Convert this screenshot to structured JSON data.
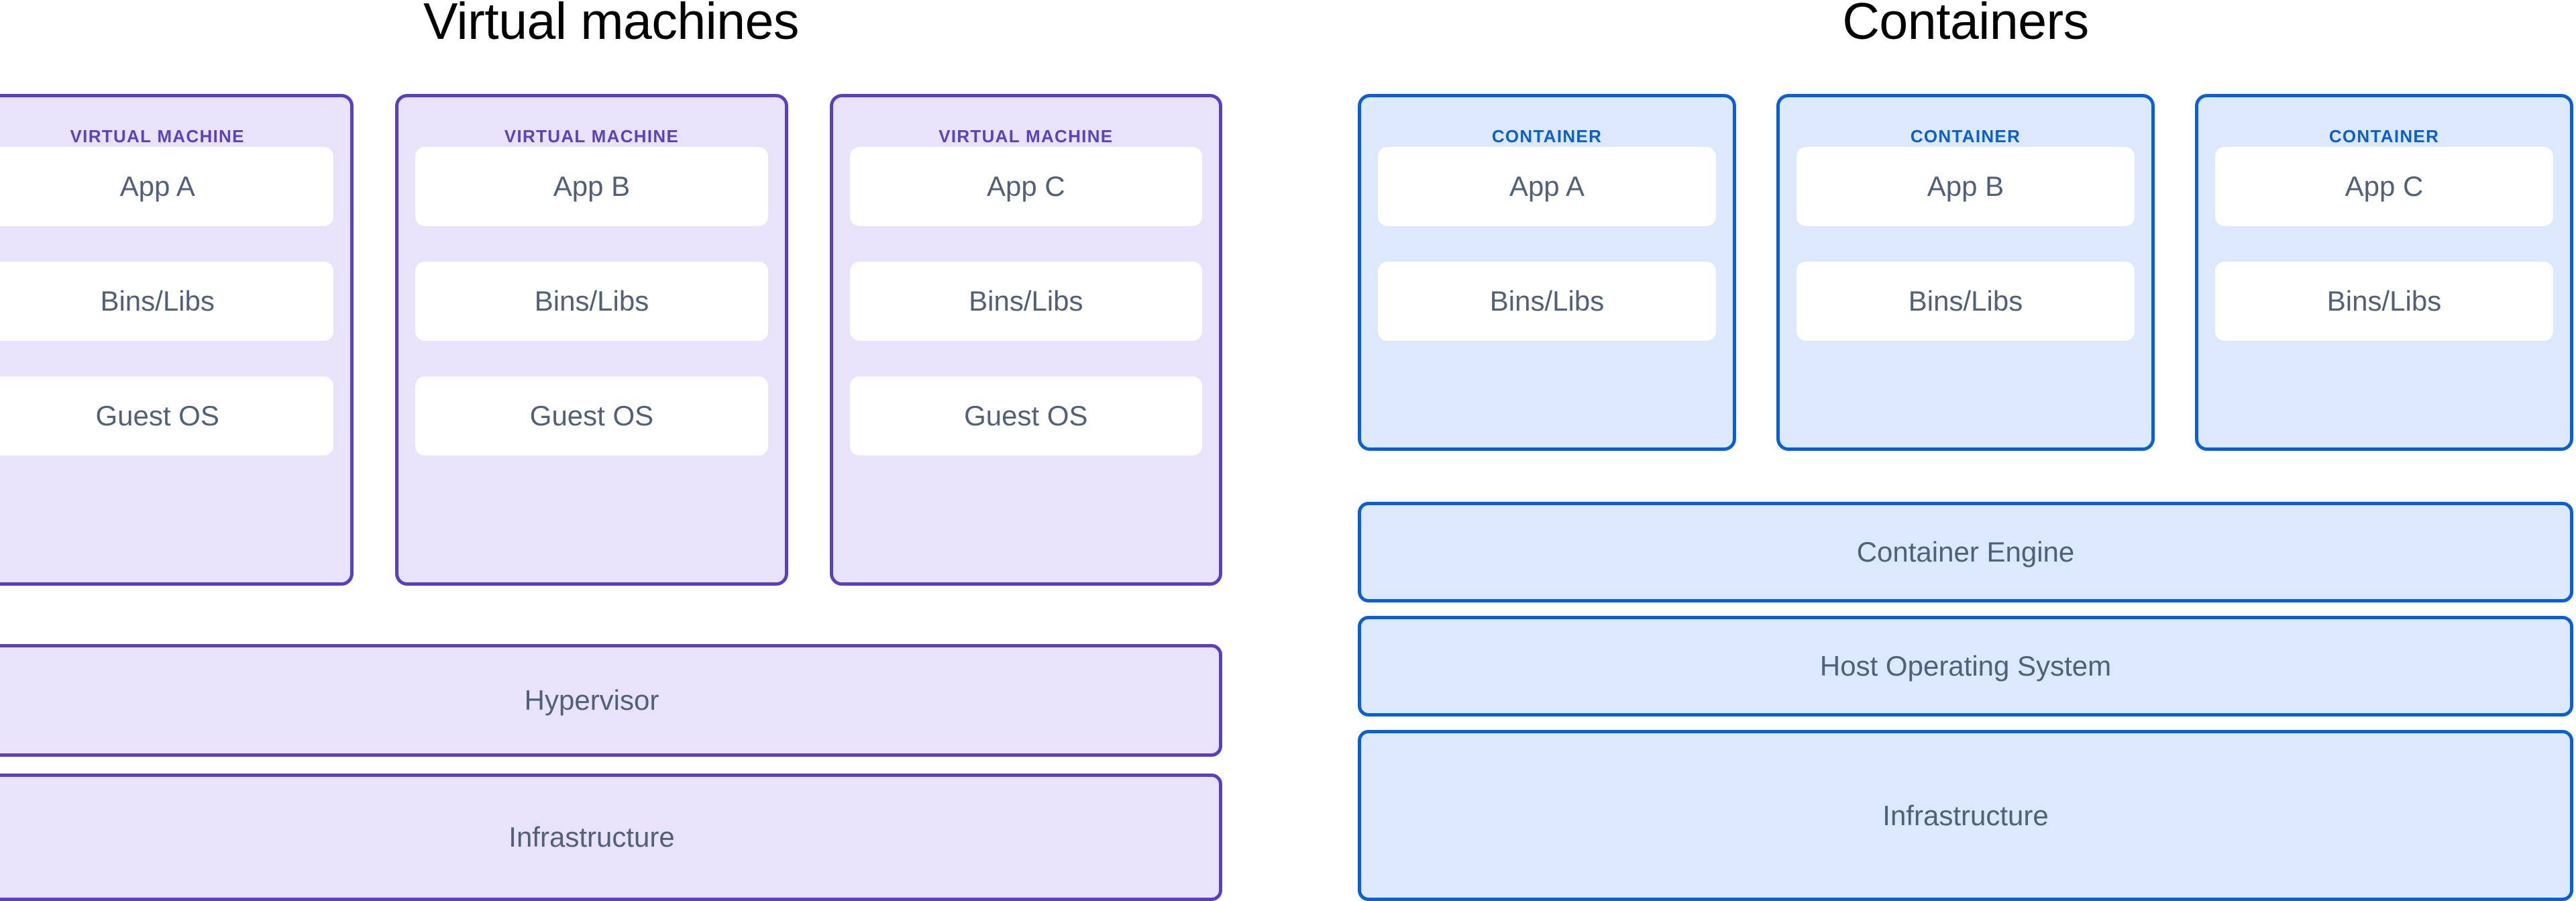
{
  "diagram": {
    "background_color": "#ffffff",
    "title_color": "#000000",
    "body_text_color": "#50607A"
  },
  "columns": [
    {
      "id": "virtual-machines",
      "title": "Virtual machines",
      "theme": {
        "border_color": "#5B3FBF",
        "fill_color": "#E8E2FB",
        "label_color": "#5944C0",
        "inner_box_color": "#FFFFFF"
      },
      "cards": [
        {
          "label": "VIRTUAL MACHINE",
          "layers": [
            "App A",
            "Bins/Libs",
            "Guest OS"
          ]
        },
        {
          "label": "VIRTUAL MACHINE",
          "layers": [
            "App B",
            "Bins/Libs",
            "Guest OS"
          ]
        },
        {
          "label": "VIRTUAL MACHINE",
          "layers": [
            "App C",
            "Bins/Libs",
            "Guest OS"
          ]
        }
      ],
      "base_layers": [
        "Hypervisor",
        "Infrastructure"
      ]
    },
    {
      "id": "containers",
      "title": "Containers",
      "theme": {
        "border_color": "#0A5FD4",
        "fill_color": "#DCE8FB",
        "label_color": "#0A5FD4",
        "inner_box_color": "#FFFFFF"
      },
      "cards": [
        {
          "label": "CONTAINER",
          "layers": [
            "App A",
            "Bins/Libs"
          ]
        },
        {
          "label": "CONTAINER",
          "layers": [
            "App B",
            "Bins/Libs"
          ]
        },
        {
          "label": "CONTAINER",
          "layers": [
            "App C",
            "Bins/Libs"
          ]
        }
      ],
      "base_layers": [
        "Container Engine",
        "Host Operating System",
        "Infrastructure"
      ]
    }
  ]
}
